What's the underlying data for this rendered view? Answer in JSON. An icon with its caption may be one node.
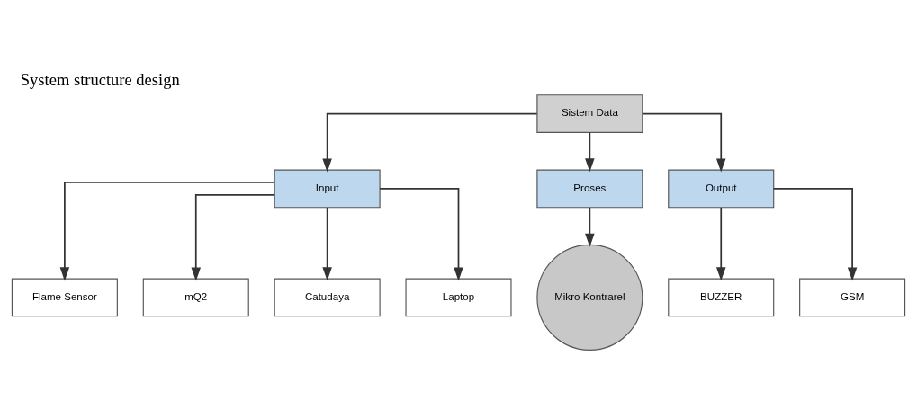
{
  "diagram": {
    "title": "System structure design",
    "nodes": [
      {
        "text": [
          "Sistem Data"
        ]
      },
      {
        "text": [
          "Input"
        ]
      },
      {
        "text": [
          "Proses"
        ]
      },
      {
        "text": [
          "Output"
        ]
      },
      {
        "text": [
          "Flame Sensor"
        ]
      },
      {
        "text": [
          "mQ2"
        ]
      },
      {
        "text": [
          "Catudaya"
        ]
      },
      {
        "text": [
          "Laptop"
        ]
      },
      {
        "text": [
          "Mikro Kontrarel"
        ]
      },
      {
        "text": [
          "BUZZER"
        ]
      },
      {
        "text": [
          "GSM"
        ]
      }
    ],
    "edges": [
      {
        "from": 0,
        "to": 1,
        "arrow": "to"
      },
      {
        "from": 0,
        "to": 2,
        "arrow": "to"
      },
      {
        "from": 0,
        "to": 3,
        "arrow": "to"
      },
      {
        "from": 1,
        "to": 4,
        "arrow": "to"
      },
      {
        "from": 1,
        "to": 5,
        "arrow": "to"
      },
      {
        "from": 1,
        "to": 6,
        "arrow": "to"
      },
      {
        "from": 1,
        "to": 7,
        "arrow": "to"
      },
      {
        "from": 2,
        "to": 8,
        "arrow": "to"
      },
      {
        "from": 3,
        "to": 9,
        "arrow": "to"
      },
      {
        "from": 3,
        "to": 10,
        "arrow": "to"
      }
    ]
  }
}
